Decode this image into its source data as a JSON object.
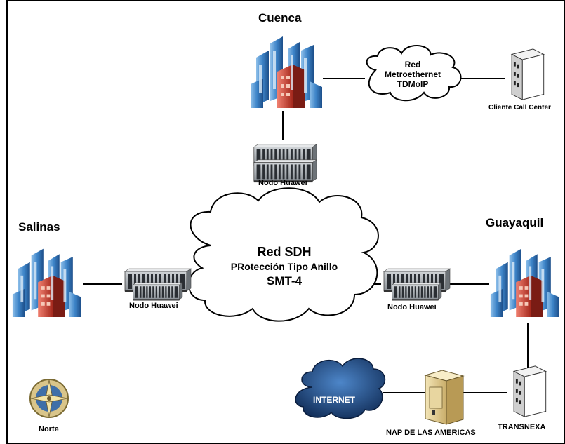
{
  "cities": {
    "cuenca": "Cuenca",
    "salinas": "Salinas",
    "guayaquil": "Guayaquil"
  },
  "clouds": {
    "metro": [
      "Red",
      "Metroethernet",
      "TDMoIP"
    ],
    "sdh": {
      "title": "Red SDH",
      "subtitle": "PRotección Tipo Anillo",
      "line3": "SMT-4"
    },
    "internet": "INTERNET"
  },
  "nodes": {
    "top": "Nodo Huawei",
    "left": "Nodo Huawei",
    "right": "Nodo Huawei"
  },
  "servers": {
    "call_center": "Cliente Call Center",
    "transnexa": "TRANSNEXA",
    "nap": "NAP DE LAS AMERICAS"
  },
  "compass": "Norte",
  "colors": {
    "building_blue": "#2f6fb5",
    "building_red": "#c0392b",
    "internet_cloud": "#1a3f7a"
  }
}
